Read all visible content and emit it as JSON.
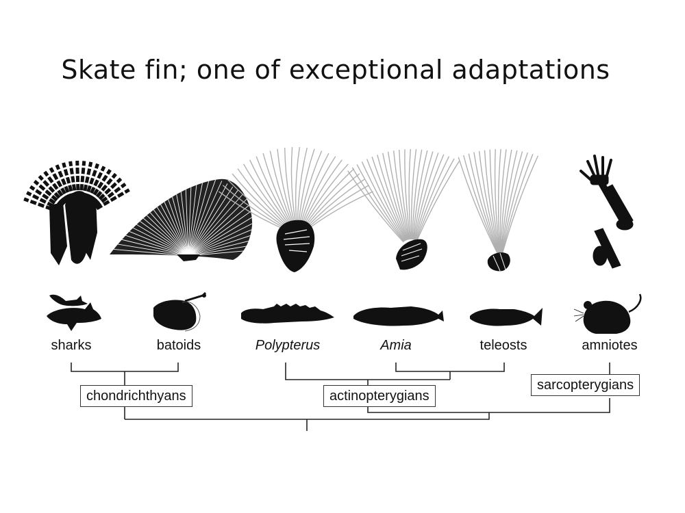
{
  "slide": {
    "title": "Skate fin; one of exceptional adaptations"
  },
  "taxa": [
    {
      "label": "sharks",
      "italic": false
    },
    {
      "label": "batoids",
      "italic": false
    },
    {
      "label": "Polypterus",
      "italic": true
    },
    {
      "label": "Amia",
      "italic": true
    },
    {
      "label": "teleosts",
      "italic": false
    },
    {
      "label": "amniotes",
      "italic": false
    }
  ],
  "clades": {
    "chondrichthyans": "chondrichthyans",
    "actinopterygians": "actinopterygians",
    "sarcopterygians": "sarcopterygians"
  },
  "colors": {
    "silhouette": "#111111",
    "ray": "#b0b0b0",
    "tree_line": "#222222",
    "box_border": "#333333"
  },
  "icons": [
    "shark-fin-skeleton-icon",
    "batoid-fin-skeleton-icon",
    "polypterus-fin-skeleton-icon",
    "amia-fin-skeleton-icon",
    "teleost-fin-skeleton-icon",
    "amniote-limb-skeleton-icon",
    "shark-silhouette-icon",
    "batoid-silhouette-icon",
    "polypterus-silhouette-icon",
    "amia-silhouette-icon",
    "teleost-silhouette-icon",
    "amniote-silhouette-icon"
  ]
}
